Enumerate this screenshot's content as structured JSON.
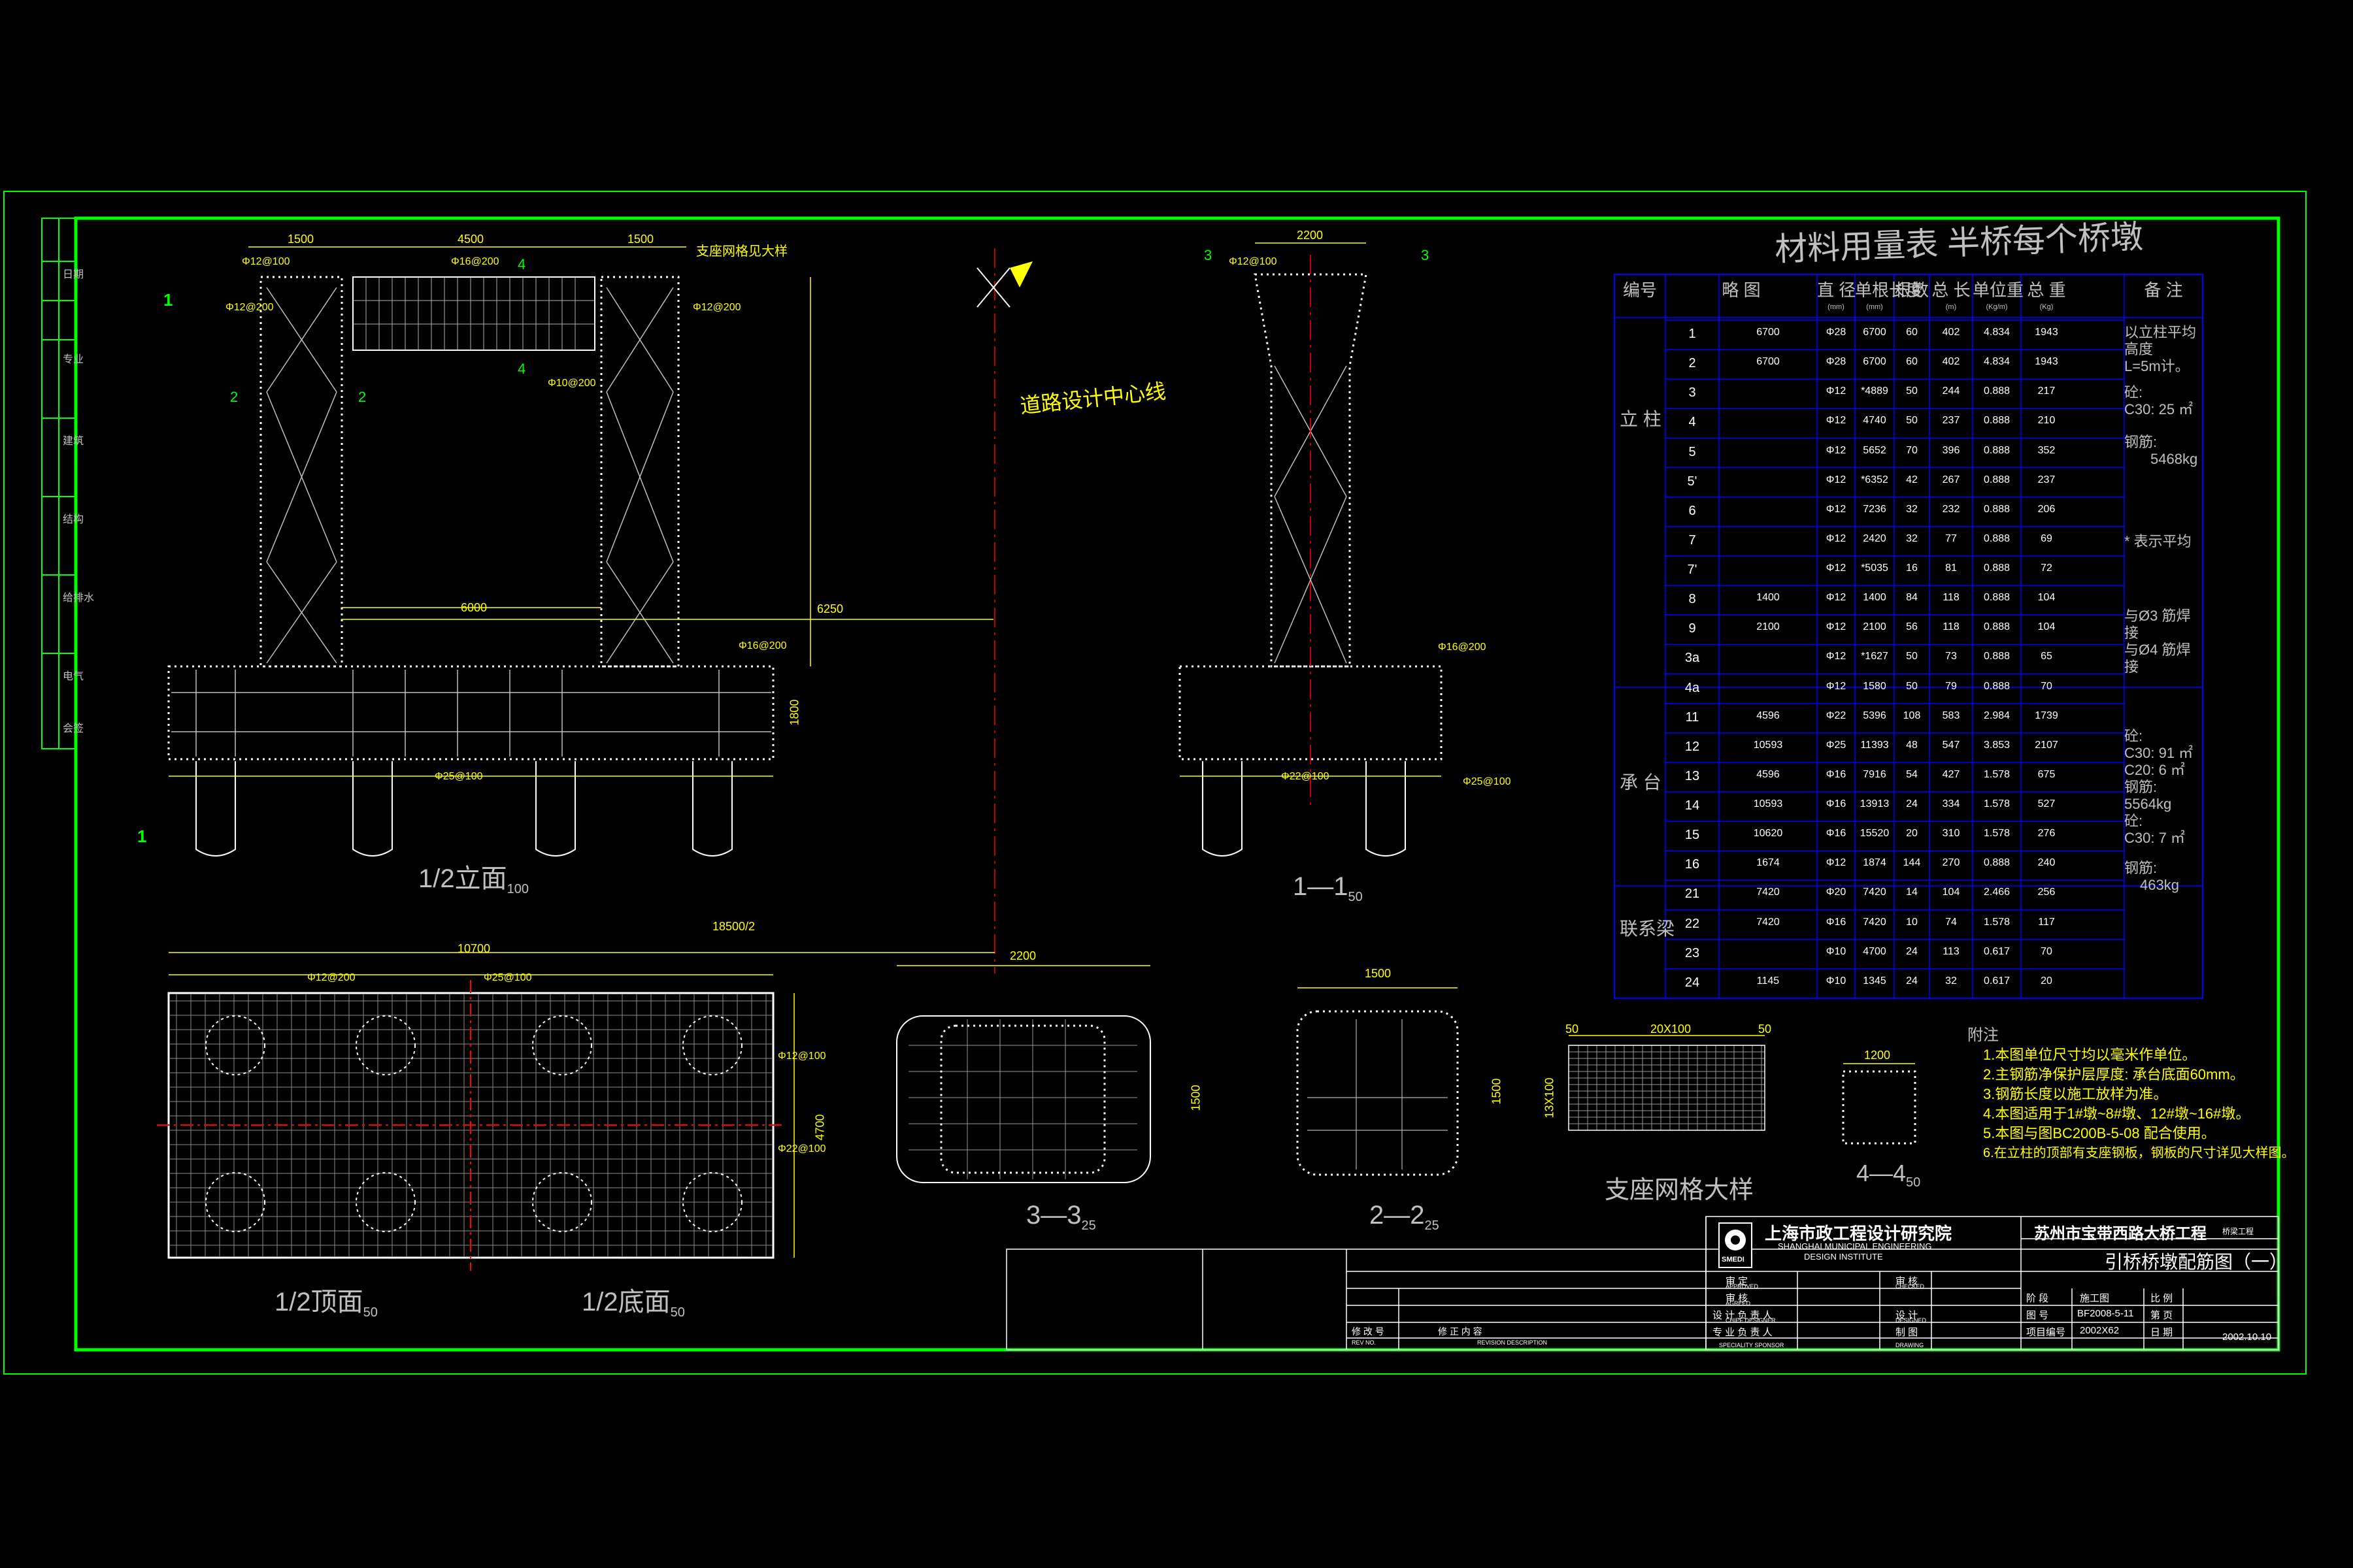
{
  "drawing": {
    "views": {
      "elevation_half": "1/2立面",
      "elevation_scale": "100",
      "section_1": "1—1",
      "section_1_scale": "50",
      "section_2": "2—2",
      "section_3": "3—3",
      "section_4": "4—4",
      "section_scale_25": "25",
      "section_4_scale": "50",
      "top_half": "1/2顶面",
      "bottom_half": "1/2底面",
      "plan_scale": "50",
      "bearing_grid": "支座网格大样",
      "centerline": "道路设计中心线"
    },
    "dimensions": {
      "d1500a": "1500",
      "d4500": "4500",
      "d1500b": "1500",
      "d2200": "2200",
      "d6000": "6000",
      "d6250": "6250",
      "d18500": "18500/2",
      "d10700": "10700",
      "d4700": "4700",
      "d2200b": "2200",
      "d1500c": "1500",
      "d1500d": "1500",
      "d20x100": "20X100",
      "d1200": "1200",
      "d50a": "50",
      "d50b": "50",
      "d13x100": "13X100",
      "d1500e": "1500",
      "d1800": "1800"
    },
    "annotations": {
      "bearing_note": "支座网格见大样",
      "a1": "Φ12@100",
      "a2": "Φ12@200",
      "a3": "Φ16@200",
      "a4": "Φ12@200",
      "a5": "Φ10@200",
      "a6": "Φ16@200",
      "a7": "Φ22@100",
      "a8": "Φ25@100",
      "a9": "Φ12@100",
      "a10": "Φ22@100",
      "a11": "Φ25@100",
      "a12": "Φ12@200"
    },
    "section_marks": {
      "m1": "1",
      "m2": "2",
      "m3": "3",
      "m4": "4"
    }
  },
  "material_table": {
    "title": "材料用量表  半桥每个桥墩",
    "headers": [
      "编号",
      "略 图",
      "直 径",
      "单根长度",
      "根数",
      "总 长",
      "单位重",
      "总 重",
      "备 注"
    ],
    "header_units": [
      "",
      "",
      "(mm)",
      "(mm)",
      "",
      "(m)",
      "(Kg/m)",
      "(Kg)",
      ""
    ],
    "groups": [
      {
        "name": "立 柱"
      },
      {
        "name": "承 台"
      },
      {
        "name": "联系梁"
      }
    ],
    "rows": [
      {
        "no": "1",
        "sketch": "6700",
        "dia": "Φ28",
        "len": "6700",
        "cnt": "60",
        "total": "402",
        "unit": "4.834",
        "weight": "1943"
      },
      {
        "no": "2",
        "sketch": "6700",
        "dia": "Φ28",
        "len": "6700",
        "cnt": "60",
        "total": "402",
        "unit": "4.834",
        "weight": "1943"
      },
      {
        "no": "3",
        "sketch": "",
        "dia": "Φ12",
        "len": "*4889",
        "cnt": "50",
        "total": "244",
        "unit": "0.888",
        "weight": "217"
      },
      {
        "no": "4",
        "sketch": "",
        "dia": "Φ12",
        "len": "4740",
        "cnt": "50",
        "total": "237",
        "unit": "0.888",
        "weight": "210"
      },
      {
        "no": "5",
        "sketch": "",
        "dia": "Φ12",
        "len": "5652",
        "cnt": "70",
        "total": "396",
        "unit": "0.888",
        "weight": "352"
      },
      {
        "no": "5'",
        "sketch": "",
        "dia": "Φ12",
        "len": "*6352",
        "cnt": "42",
        "total": "267",
        "unit": "0.888",
        "weight": "237"
      },
      {
        "no": "6",
        "sketch": "",
        "dia": "Φ12",
        "len": "7236",
        "cnt": "32",
        "total": "232",
        "unit": "0.888",
        "weight": "206"
      },
      {
        "no": "7",
        "sketch": "",
        "dia": "Φ12",
        "len": "2420",
        "cnt": "32",
        "total": "77",
        "unit": "0.888",
        "weight": "69"
      },
      {
        "no": "7'",
        "sketch": "",
        "dia": "Φ12",
        "len": "*5035",
        "cnt": "16",
        "total": "81",
        "unit": "0.888",
        "weight": "72"
      },
      {
        "no": "8",
        "sketch": "1400",
        "dia": "Φ12",
        "len": "1400",
        "cnt": "84",
        "total": "118",
        "unit": "0.888",
        "weight": "104"
      },
      {
        "no": "9",
        "sketch": "2100",
        "dia": "Φ12",
        "len": "2100",
        "cnt": "56",
        "total": "118",
        "unit": "0.888",
        "weight": "104"
      },
      {
        "no": "3a",
        "sketch": "",
        "dia": "Φ12",
        "len": "*1627",
        "cnt": "50",
        "total": "73",
        "unit": "0.888",
        "weight": "65"
      },
      {
        "no": "4a",
        "sketch": "",
        "dia": "Φ12",
        "len": "1580",
        "cnt": "50",
        "total": "79",
        "unit": "0.888",
        "weight": "70"
      },
      {
        "no": "11",
        "sketch": "4596",
        "dia": "Φ22",
        "len": "5396",
        "cnt": "108",
        "total": "583",
        "unit": "2.984",
        "weight": "1739"
      },
      {
        "no": "12",
        "sketch": "10593",
        "dia": "Φ25",
        "len": "11393",
        "cnt": "48",
        "total": "547",
        "unit": "3.853",
        "weight": "2107"
      },
      {
        "no": "13",
        "sketch": "4596",
        "dia": "Φ16",
        "len": "7916",
        "cnt": "54",
        "total": "427",
        "unit": "1.578",
        "weight": "675"
      },
      {
        "no": "14",
        "sketch": "10593",
        "dia": "Φ16",
        "len": "13913",
        "cnt": "24",
        "total": "334",
        "unit": "1.578",
        "weight": "527"
      },
      {
        "no": "15",
        "sketch": "10620",
        "dia": "Φ16",
        "len": "15520",
        "cnt": "20",
        "total": "310",
        "unit": "1.578",
        "weight": "276"
      },
      {
        "no": "16",
        "sketch": "1674",
        "dia": "Φ12",
        "len": "1874",
        "cnt": "144",
        "total": "270",
        "unit": "0.888",
        "weight": "240"
      },
      {
        "no": "21",
        "sketch": "7420",
        "dia": "Φ20",
        "len": "7420",
        "cnt": "14",
        "total": "104",
        "unit": "2.466",
        "weight": "256"
      },
      {
        "no": "22",
        "sketch": "7420",
        "dia": "Φ16",
        "len": "7420",
        "cnt": "10",
        "total": "74",
        "unit": "1.578",
        "weight": "117"
      },
      {
        "no": "23",
        "sketch": "",
        "dia": "Φ10",
        "len": "4700",
        "cnt": "24",
        "total": "113",
        "unit": "0.617",
        "weight": "70"
      },
      {
        "no": "24",
        "sketch": "1145",
        "dia": "Φ10",
        "len": "1345",
        "cnt": "24",
        "total": "32",
        "unit": "0.617",
        "weight": "20"
      }
    ],
    "remarks": {
      "r1": "以立柱平均高度",
      "r2": "L=5m计。",
      "r3": "砼:",
      "r4": "C30: 25 ㎡",
      "r5": "钢筋:",
      "r6": "5468kg",
      "r7": "* 表示平均",
      "r8": "与Ø3 筋焊接",
      "r9": "与Ø4 筋焊接",
      "r10": "砼:",
      "r11": "C30: 91 ㎡",
      "r12": "C20: 6 ㎡",
      "r13": "钢筋: 5564kg",
      "r14": "砼:",
      "r15": "C30: 7 ㎡",
      "r16": "钢筋:",
      "r17": "463kg"
    }
  },
  "notes": {
    "title": "附注",
    "items": [
      "1.本图单位尺寸均以毫米作单位。",
      "2.主钢筋净保护层厚度: 承台底面60mm。",
      "3.钢筋长度以施工放样为准。",
      "4.本图适用于1#墩~8#墩、12#墩~16#墩。",
      "5.本图与图BC200B-5-08 配合使用。",
      "6.在立柱的顶部有支座钢板，钢板的尺寸详见大样图。"
    ]
  },
  "title_block": {
    "institute_cn": "上海市政工程设计研究院",
    "institute_en1": "SHANGHAI MUNICIPAL ENGINEERING",
    "institute_en2": "DESIGN INSTITUTE",
    "logo_text": "SMEDI",
    "project": "苏州市宝带西路大桥工程",
    "project_sub": "桥梁工程",
    "drawing_title": "引桥桥墩配筋图（一）",
    "stage_label": "阶 段",
    "stage": "施工图",
    "scale_label": "比 例",
    "drawing_no_label": "图 号",
    "drawing_no": "BF2008-5-11",
    "sheet_label": "第 页",
    "project_no_label": "项目编号",
    "project_no": "2002X62",
    "date_label": "日 期",
    "date": "2002.10.10",
    "approved": "审 定",
    "checked": "审 核",
    "agreed": "审 核",
    "designed": "设 计",
    "chief": "设 计 负 责 人",
    "specialty": "专 业 负 责 人",
    "drawing": "制 图",
    "revision": "修 改 号",
    "revision_desc": "修     正     内     容",
    "approved_en": "APPROVED",
    "checked_en": "CHECKED",
    "agreed_en": "AGREED",
    "designed_en": "DESIGNED",
    "chief_en": "CHIEF DESIGNER",
    "drawing_en": "DRAWING",
    "specialty_en": "SPECIALITY SPONSOR",
    "rev_no_en": "REV NO.",
    "rev_desc_en": "REVISION DESCRIPTION"
  },
  "left_strip": [
    "日期",
    "专业",
    "建筑",
    "结构",
    "给排水",
    "电气",
    "会签"
  ],
  "colors": {
    "frame": "#00ff00",
    "rebar": "#ffffff",
    "dim": "#ffff00",
    "table": "#0000ff",
    "text": "#c0c0c0",
    "title_block": "#ffffff",
    "red_line": "#ff0000",
    "blue_line": "#3030ff"
  }
}
